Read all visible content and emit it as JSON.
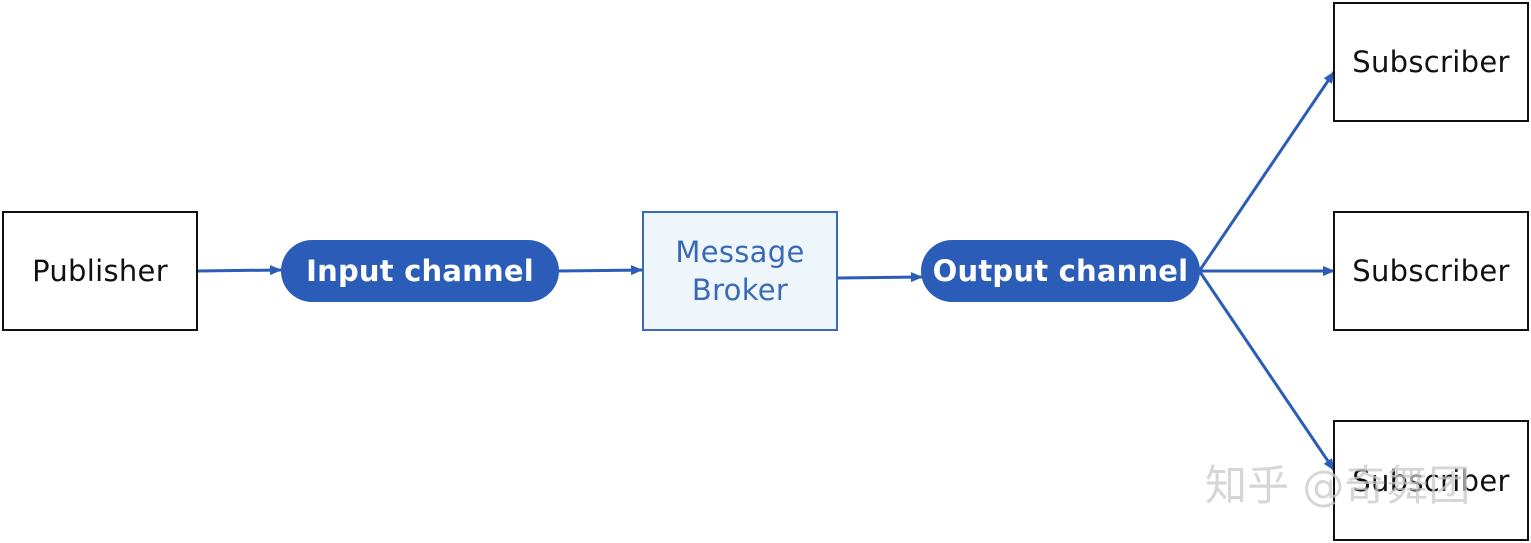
{
  "diagram": {
    "publisher": {
      "label": "Publisher"
    },
    "input_channel": {
      "label": "Input channel"
    },
    "broker": {
      "line1": "Message",
      "line2": "Broker"
    },
    "output_channel": {
      "label": "Output channel"
    },
    "subscribers": [
      {
        "label": "Subscriber"
      },
      {
        "label": "Subscriber"
      },
      {
        "label": "Subscriber"
      }
    ],
    "watermark": "知乎 @奇舞团"
  },
  "colors": {
    "accent": "#2b5cb8",
    "broker_fill": "#eef6fb",
    "broker_text": "#3a6ab5",
    "box_border": "#111111",
    "pill_text": "#ffffff",
    "watermark": "#c8c8c8"
  }
}
